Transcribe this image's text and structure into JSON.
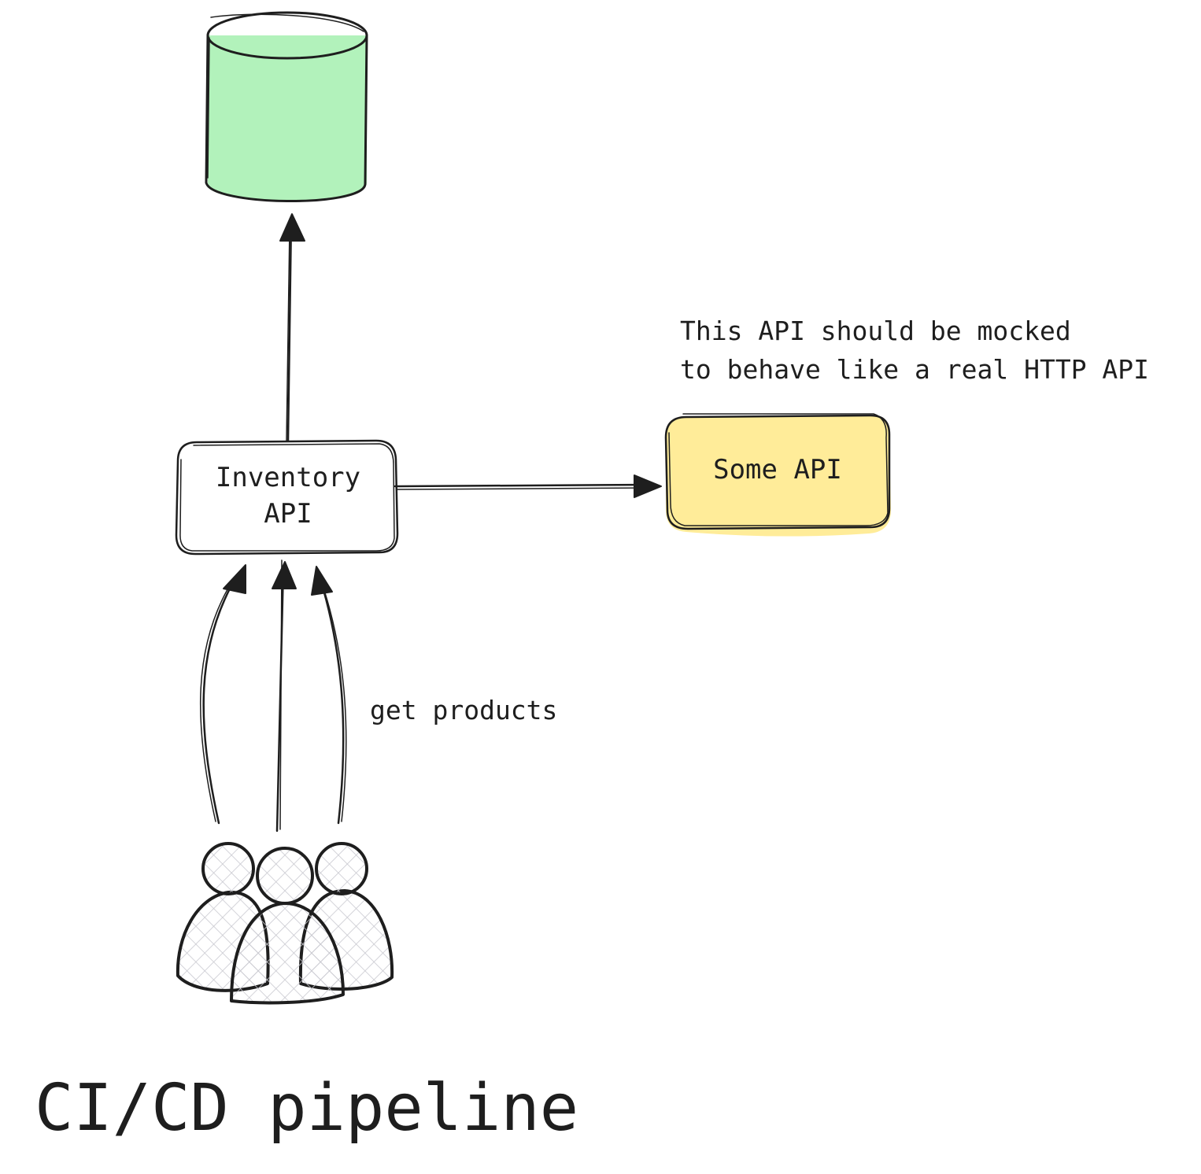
{
  "nodes": {
    "inventory_api": {
      "line1": "Inventory",
      "line2": "API"
    },
    "some_api": {
      "label": "Some API"
    }
  },
  "notes": {
    "mock_line1": "This API should be mocked",
    "mock_line2": "to behave like a real HTTP API"
  },
  "edges": {
    "get_products": "get products"
  },
  "caption": "CI/CD pipeline",
  "colors": {
    "database_fill": "#b2f2bb",
    "some_api_fill": "#ffec99",
    "stroke": "#1e1e1e",
    "hatch": "#c9c9d0",
    "background": "#ffffff"
  }
}
